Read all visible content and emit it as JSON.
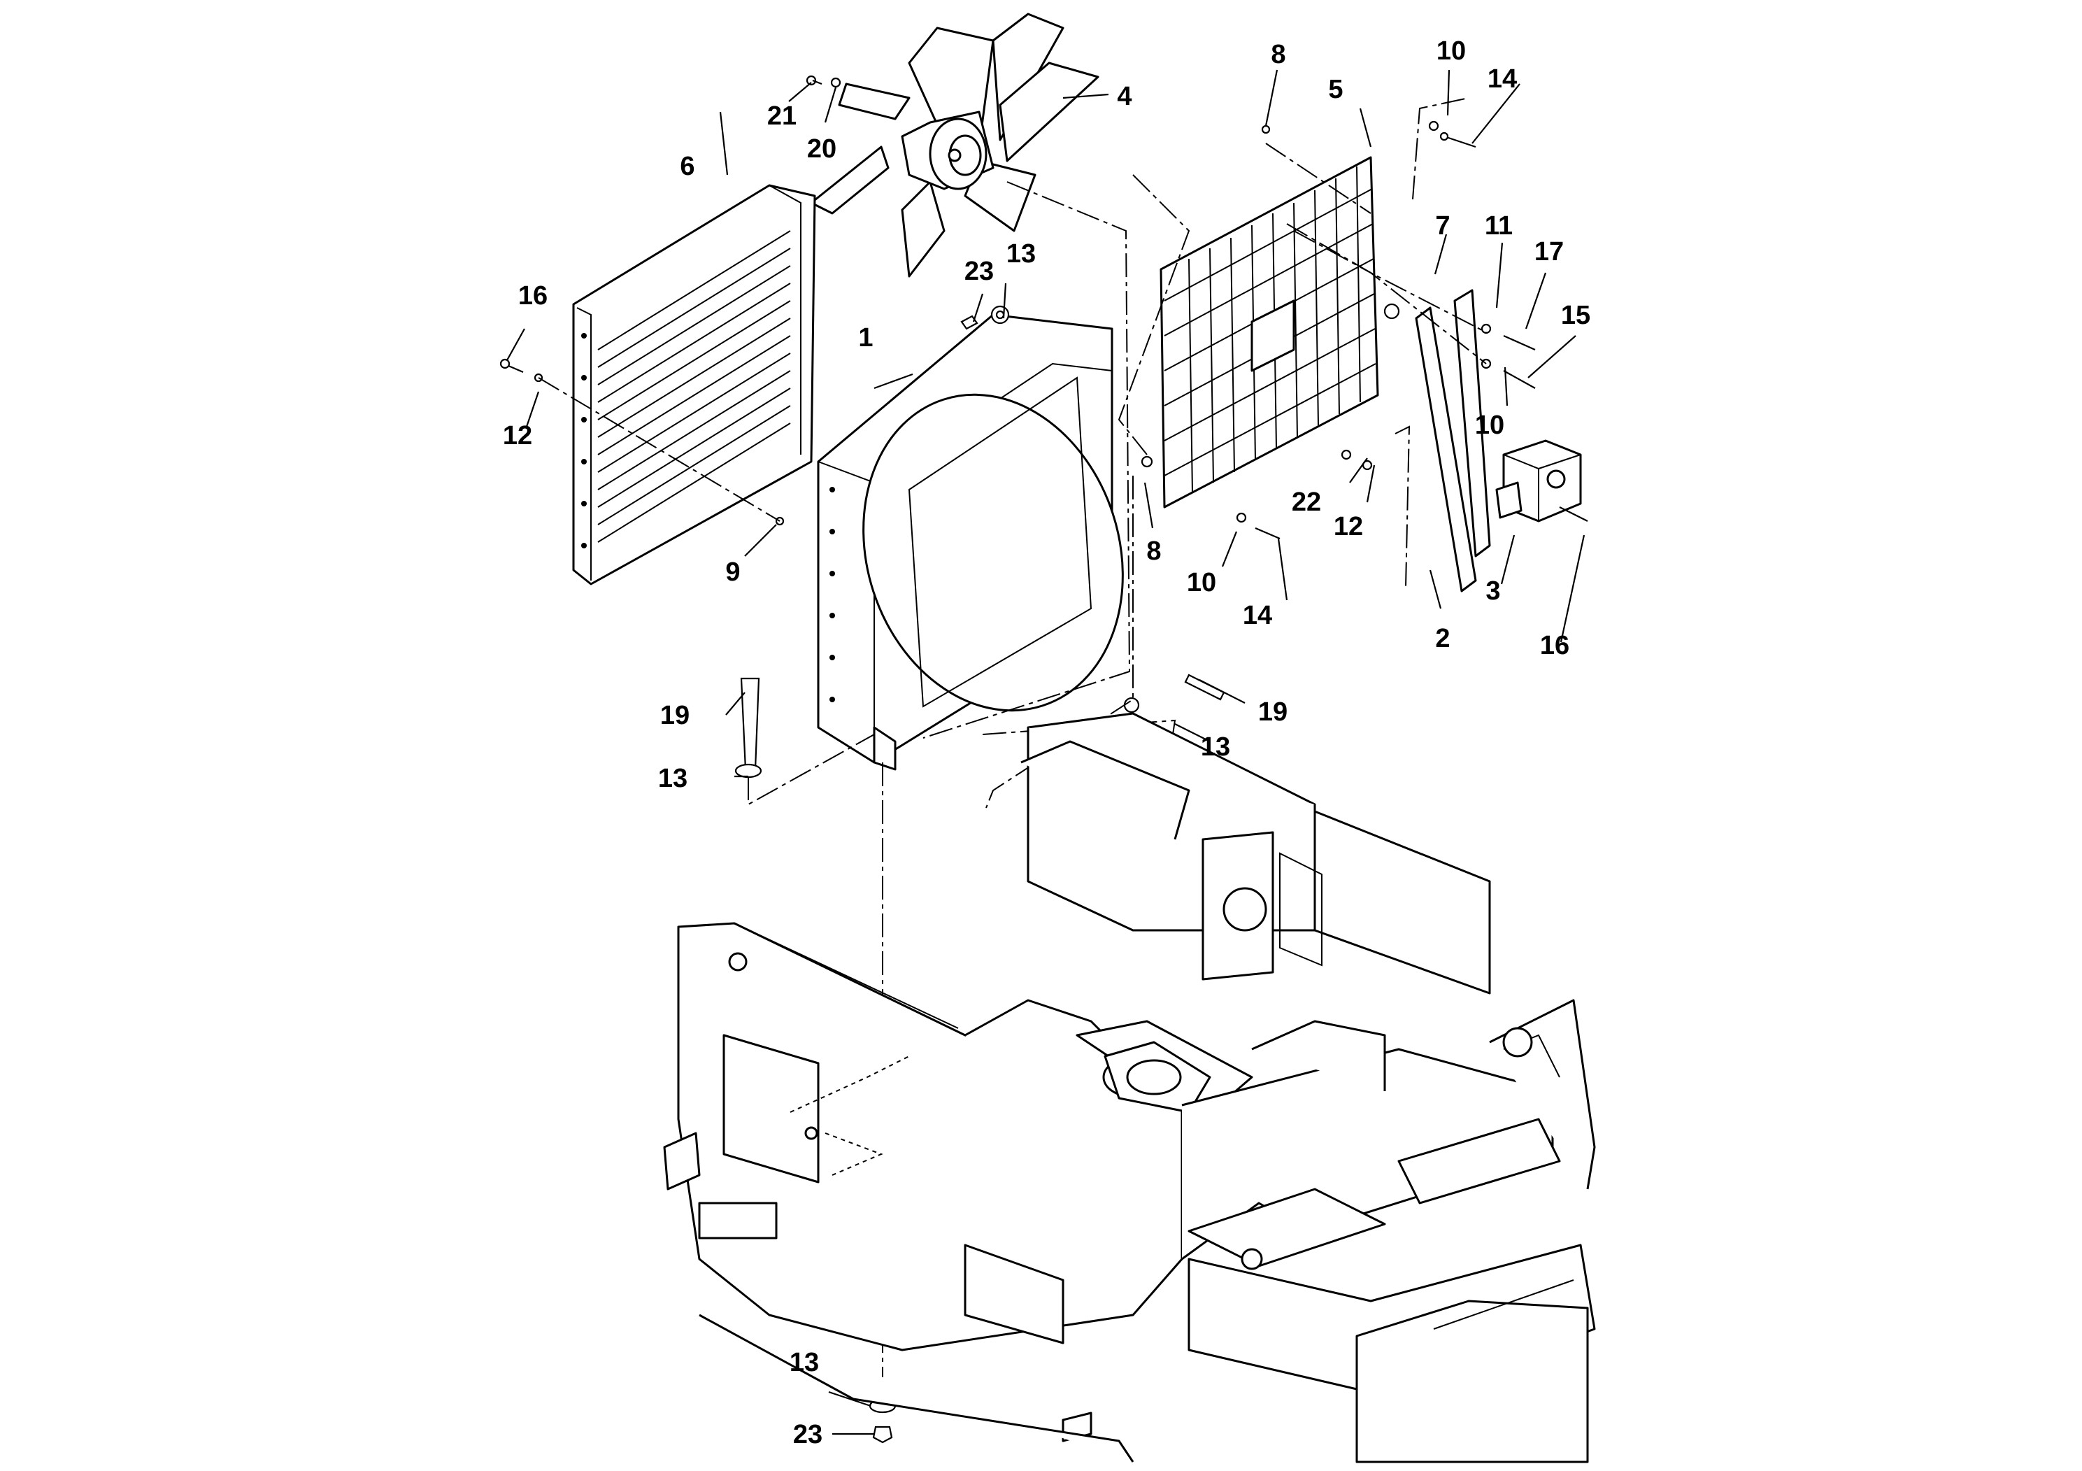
{
  "diagram": {
    "type": "exploded parts diagram",
    "callouts": [
      {
        "id": "c1",
        "label": "1"
      },
      {
        "id": "c2",
        "label": "2"
      },
      {
        "id": "c3",
        "label": "3"
      },
      {
        "id": "c4",
        "label": "4"
      },
      {
        "id": "c5",
        "label": "5"
      },
      {
        "id": "c6",
        "label": "6"
      },
      {
        "id": "c7",
        "label": "7"
      },
      {
        "id": "c8a",
        "label": "8"
      },
      {
        "id": "c8b",
        "label": "8"
      },
      {
        "id": "c9",
        "label": "9"
      },
      {
        "id": "c10a",
        "label": "10"
      },
      {
        "id": "c10b",
        "label": "10"
      },
      {
        "id": "c10c",
        "label": "10"
      },
      {
        "id": "c11",
        "label": "11"
      },
      {
        "id": "c12a",
        "label": "12"
      },
      {
        "id": "c12b",
        "label": "12"
      },
      {
        "id": "c13a",
        "label": "13"
      },
      {
        "id": "c13b",
        "label": "13"
      },
      {
        "id": "c13c",
        "label": "13"
      },
      {
        "id": "c13d",
        "label": "13"
      },
      {
        "id": "c14a",
        "label": "14"
      },
      {
        "id": "c14b",
        "label": "14"
      },
      {
        "id": "c15",
        "label": "15"
      },
      {
        "id": "c16a",
        "label": "16"
      },
      {
        "id": "c16b",
        "label": "16"
      },
      {
        "id": "c17",
        "label": "17"
      },
      {
        "id": "c19a",
        "label": "19"
      },
      {
        "id": "c19b",
        "label": "19"
      },
      {
        "id": "c20",
        "label": "20"
      },
      {
        "id": "c21",
        "label": "21"
      },
      {
        "id": "c22",
        "label": "22"
      },
      {
        "id": "c23a",
        "label": "23"
      },
      {
        "id": "c23b",
        "label": "23"
      }
    ]
  }
}
